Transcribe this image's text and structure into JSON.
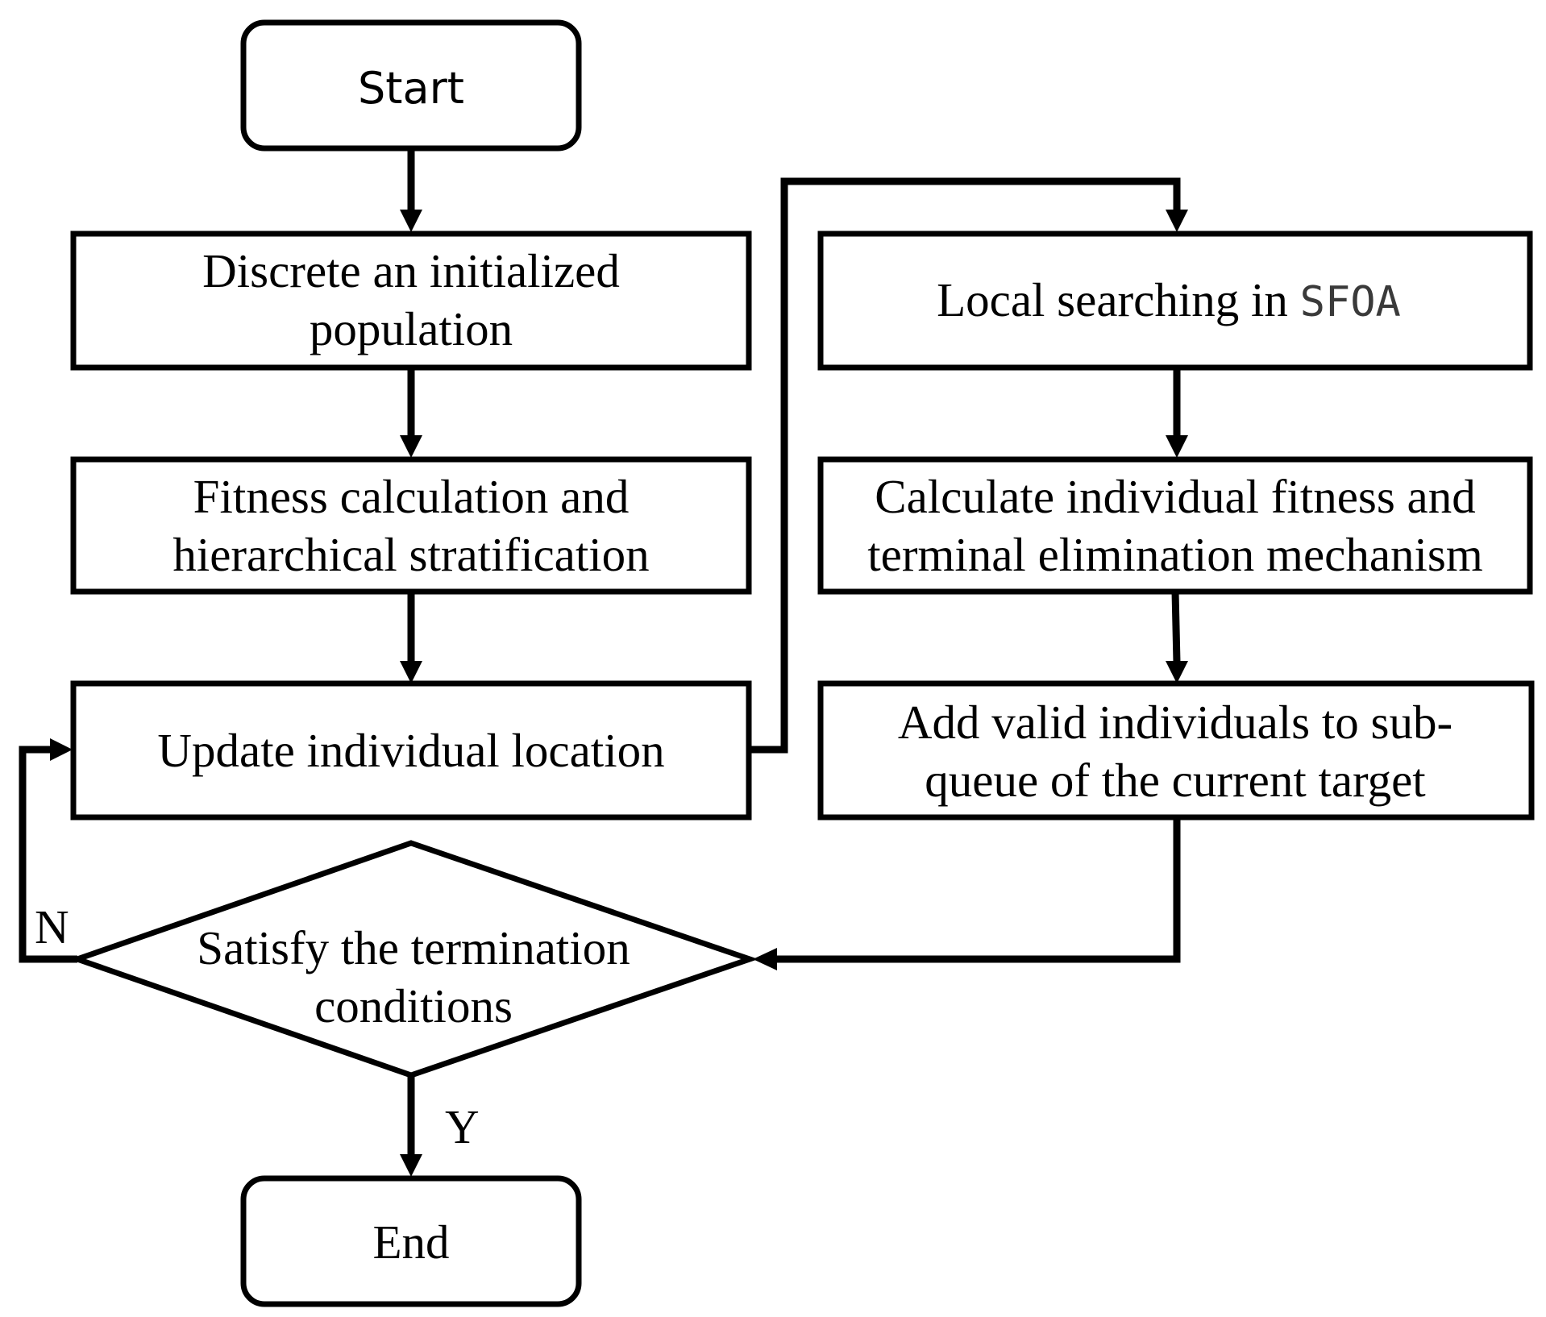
{
  "diagram": {
    "type": "flowchart",
    "nodes": {
      "start": {
        "shape": "terminator",
        "text": "Start"
      },
      "discrete": {
        "shape": "process",
        "line1": "Discrete an initialized",
        "line2": "population"
      },
      "fitness": {
        "shape": "process",
        "line1": "Fitness calculation and",
        "line2": "hierarchical stratification"
      },
      "update": {
        "shape": "process",
        "text": "Update individual location"
      },
      "local": {
        "shape": "process",
        "text_prefix": "Local searching in ",
        "text_code": "SFOA"
      },
      "calculate": {
        "shape": "process",
        "line1": "Calculate individual fitness and",
        "line2": "terminal elimination mechanism"
      },
      "add": {
        "shape": "process",
        "line1": "Add valid individuals to sub-",
        "line2": "queue of the current target"
      },
      "decision": {
        "shape": "decision",
        "line1": "Satisfy the termination",
        "line2": "conditions"
      },
      "end": {
        "shape": "terminator",
        "text": "End"
      }
    },
    "edge_labels": {
      "no": "N",
      "yes": "Y"
    },
    "edges": [
      {
        "from": "start",
        "to": "discrete"
      },
      {
        "from": "discrete",
        "to": "fitness"
      },
      {
        "from": "fitness",
        "to": "update"
      },
      {
        "from": "update",
        "to": "local"
      },
      {
        "from": "local",
        "to": "calculate"
      },
      {
        "from": "calculate",
        "to": "add"
      },
      {
        "from": "add",
        "to": "decision"
      },
      {
        "from": "decision",
        "to": "update",
        "label": "N"
      },
      {
        "from": "decision",
        "to": "end",
        "label": "Y"
      }
    ]
  }
}
